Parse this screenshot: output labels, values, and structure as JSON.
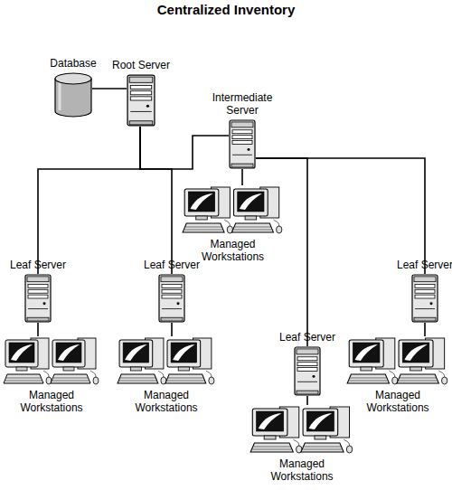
{
  "diagram": {
    "title": "Centralized Inventory",
    "nodes": [
      {
        "text": [
          "Database"
        ]
      },
      {
        "text": [
          "Root Server"
        ]
      },
      {
        "text": [
          "Intermediate Server"
        ]
      },
      {
        "text": [
          "Managed Workstations"
        ]
      },
      {
        "text": [
          "Leaf Server"
        ]
      },
      {
        "text": [
          "Managed Workstations"
        ]
      },
      {
        "text": [
          "Leaf Server"
        ]
      },
      {
        "text": [
          "Managed Workstations"
        ]
      },
      {
        "text": [
          "Leaf Server"
        ]
      },
      {
        "text": [
          "Managed Workstations"
        ]
      },
      {
        "text": [
          "Leaf Server"
        ]
      },
      {
        "text": [
          "Managed Workstations"
        ]
      }
    ],
    "edges": [
      {
        "from": 0,
        "to": 1,
        "arrow": "none"
      },
      {
        "from": 1,
        "to": 2,
        "arrow": "none"
      },
      {
        "from": 1,
        "to": 4,
        "arrow": "none"
      },
      {
        "from": 1,
        "to": 6,
        "arrow": "none"
      },
      {
        "from": 2,
        "to": 3,
        "arrow": "none"
      },
      {
        "from": 2,
        "to": 8,
        "arrow": "none"
      },
      {
        "from": 2,
        "to": 10,
        "arrow": "none"
      },
      {
        "from": 4,
        "to": 5,
        "arrow": "none"
      },
      {
        "from": 6,
        "to": 7,
        "arrow": "none"
      },
      {
        "from": 8,
        "to": 9,
        "arrow": "none"
      },
      {
        "from": 10,
        "to": 11,
        "arrow": "none"
      }
    ]
  }
}
